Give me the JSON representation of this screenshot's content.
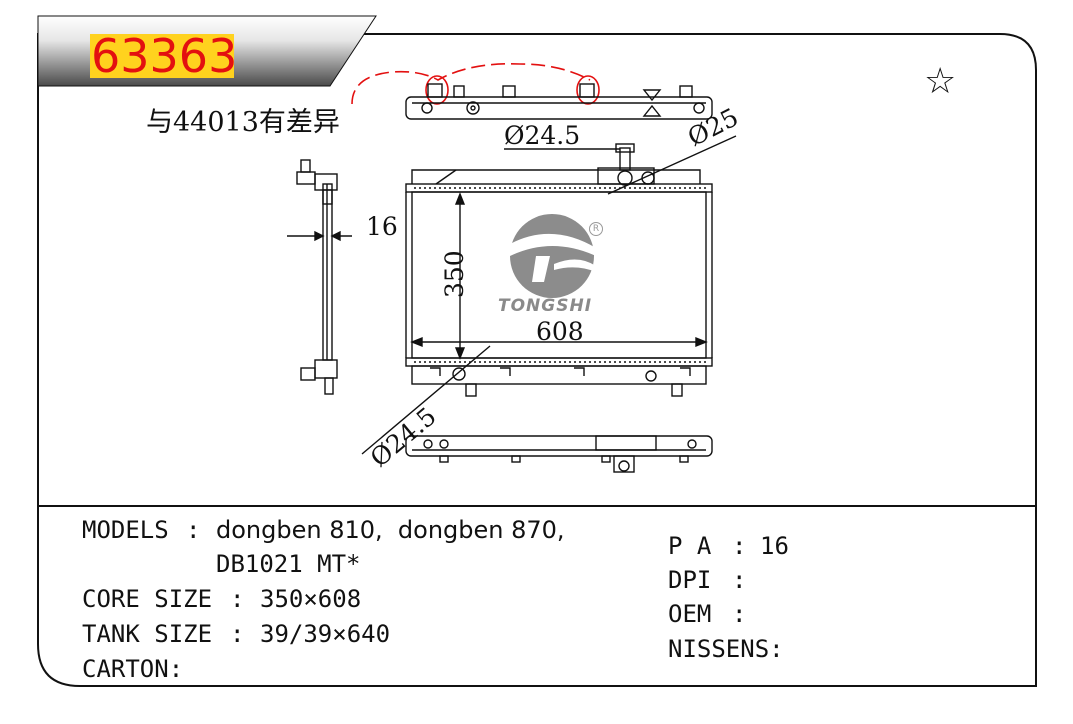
{
  "header": {
    "part_code": "63363",
    "note": "与44013有差异"
  },
  "dimensions": {
    "outlet_pipe_top": "Ø24.5",
    "filler_neck": "Ø25",
    "tank_thickness": "16",
    "core_height": "350",
    "core_width": "608",
    "inlet_pipe_bottom": "Ø24.5"
  },
  "drawing": {
    "brand_text": "TONGSHI",
    "registered_mark": "R",
    "favorite_icon": "star-outline-icon"
  },
  "specs": {
    "models_label": "MODELS",
    "models_value_line1": "dongben 810,  dongben 870,",
    "models_value_line2": "DB1021 MT*",
    "core_size_label": "CORE SIZE",
    "core_size_value": "350×608",
    "tank_size_label": "TANK SIZE",
    "tank_size_value": "39/39×640",
    "carton_label": "CARTON:",
    "carton_value": "",
    "pa_label": "P A",
    "pa_value": "16",
    "dpi_label": "DPI",
    "dpi_value": "",
    "oem_label": "OEM",
    "oem_value": "",
    "nissens_label": "NISSENS:",
    "nissens_value": ""
  },
  "colors": {
    "code_text": "#e31010",
    "code_highlight": "#ffd21e",
    "annotation_red": "#e31010",
    "line": "#111111",
    "logo_gray": "#8a8a8a"
  }
}
